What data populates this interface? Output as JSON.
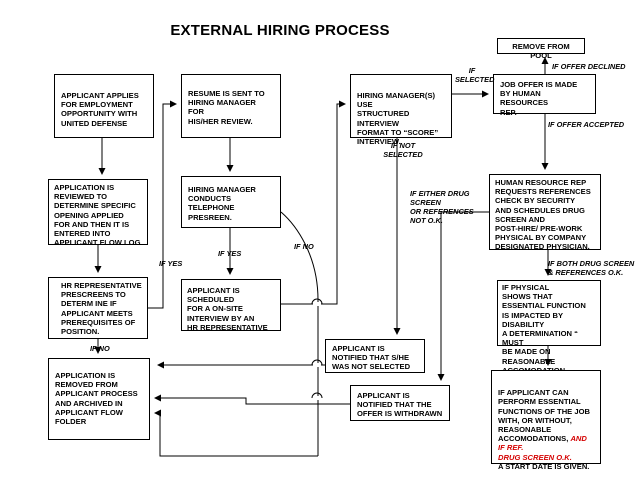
{
  "title": "EXTERNAL HIRING PROCESS",
  "boxes": {
    "b1": "APPLICANT APPLIES\nFOR  EMPLOYMENT\nOPPORTUNITY WITH\nUNITED DEFENSE",
    "b2": "RESUME IS SENT TO\n HIRING MANAGER FOR\nHIS/HER REVIEW.",
    "b3": "HIRING MANAGER(S)  USE\nSTRUCTURED INTERVIEW\nFORMAT TO “SCORE”\nINTERVIEW.",
    "b4": "REMOVE FROM POOL",
    "b5": "JOB OFFER IS MADE\nBY HUMAN RESOURCES\nREP.",
    "b6": "APPLICATION IS\nREVIEWED TO\nDETERMINE SPECIFIC\nOPENING APPLIED\nFOR AND THEN  IT IS\nENTERED INTO\nAPPLICANT FLOW LOG",
    "b7": "HIRING MANAGER\nCONDUCTS\nTELEPHONE PRESREEN.",
    "b8": "HUMAN RESOURCE REP\nREQUESTS REFERENCES\nCHECK BY SECURITY\nAND SCHEDULES DRUG\nSCREEN AND\nPOST-HIRE/ PRE-WORK\nPHYSICAL BY COMPANY\nDESIGNATED PHYSICIAN.",
    "b9": "HR REPRESENTATIVE\nPRESCREENS TO\nDETERM INE IF\nAPPLICANT MEETS\nPREREQUISITES OF\nPOSITION.",
    "b10": "APPLICANT IS SCHEDULED\nFOR A ON-SITE\nINTERVIEW BY AN\n HR REPRESENTATIVE",
    "b11": "IF PHYSICAL\n SHOWS THAT\n ESSENTIAL FUNCTION\n IS IMPACTED BY DISABILITY\n A DETERMINATION “ MUST\n BE MADE ON REASONABLE\n ACCOMODATION.",
    "b12": "APPLICANT IS\nNOTIFIED THAT S/HE\nWAS NOT SELECTED",
    "b13": "APPLICATION IS\nREMOVED FROM\nAPPLICANT PROCESS\nAND ARCHIVED IN\nAPPLICANT FLOW\nFOLDER",
    "b14": "APPLICANT IS\nNOTIFIED THAT THE\nOFFER IS WITHDRAWN",
    "b15_main": "IF APPLICANT CAN\nPERFORM ESSENTIAL\nFUNCTIONS OF THE JOB\nWITH, OR WITHOUT,\nREASONABLE\nACCOMODATIONS,",
    "b15_red1": "AND",
    "b15_red2": "IF REF.\nDRUG SCREEN O.K.",
    "b15_end": "A START DATE IS GIVEN."
  },
  "labels": {
    "if_selected": "IF\nSELECTED",
    "if_offer_declined": "IF OFFER DECLINED",
    "if_offer_accepted": "IF OFFER ACCEPTED",
    "if_not_selected": "IF NOT\nSELECTED",
    "if_either_drug": "IF EITHER DRUG\nSCREEN\nOR REFERENCES\nNOT O.K.",
    "if_yes_1": "IF  YES",
    "if_no_1": "IF NO",
    "if_yes_2": "IF YES",
    "if_both_drug": "IF BOTH DRUG SCREEN\n& REFERENCES O.K.",
    "if_no_2": "IF  NO"
  }
}
